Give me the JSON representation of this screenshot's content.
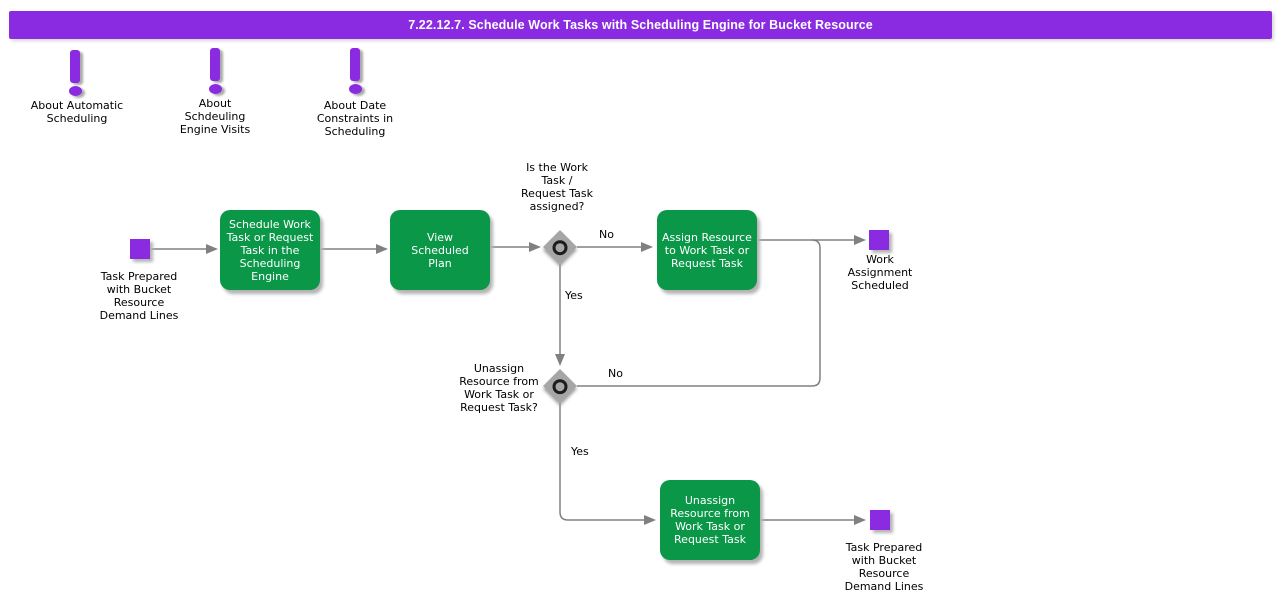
{
  "title": "7.22.12.7. Schedule Work Tasks with Scheduling Engine for Bucket Resource",
  "colors": {
    "purple": "#8A2BE2",
    "green": "#0A9748",
    "line_gray": "#808080",
    "diamond_gray": "#A6A6A6",
    "title_text": "#FFFFFF"
  },
  "notes": [
    {
      "icon": "exclamation-icon",
      "label": "About Automatic\nScheduling"
    },
    {
      "icon": "exclamation-icon",
      "label": "About\nSchdeuling\nEngine Visits"
    },
    {
      "icon": "exclamation-icon",
      "label": "About Date\nConstraints in\nScheduling"
    }
  ],
  "flow": {
    "start_event": "Task Prepared\nwith Bucket\nResource\nDemand Lines",
    "task_schedule": "Schedule Work\nTask or Request\nTask in the\nScheduling\nEngine",
    "task_view": "View\nScheduled\nPlan",
    "decision_assigned": "Is the Work\nTask /\nRequest Task\nassigned?",
    "decision_assigned_no": "No",
    "decision_assigned_yes": "Yes",
    "task_assign": "Assign Resource\nto Work Task or\nRequest Task",
    "end_scheduled": "Work\nAssignment\nScheduled",
    "decision_unassign": "Unassign\nResource from\nWork Task or\nRequest Task?",
    "decision_unassign_no": "No",
    "decision_unassign_yes": "Yes",
    "task_unassign": "Unassign\nResource from\nWork Task or\nRequest Task",
    "end_prepared": "Task Prepared\nwith Bucket\nResource\nDemand Lines"
  }
}
